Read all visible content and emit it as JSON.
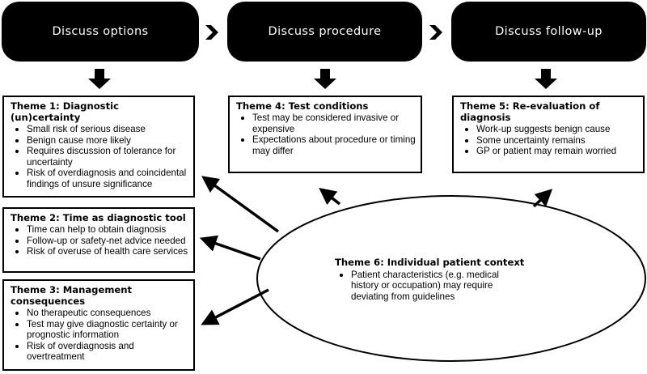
{
  "steps": [
    {
      "label": "Discuss options"
    },
    {
      "label": "Discuss procedure"
    },
    {
      "label": "Discuss follow-up"
    }
  ],
  "themes": {
    "t1": {
      "title": "Theme 1: Diagnostic (un)certainty",
      "items": [
        "Small risk of serious disease",
        "Benign cause more likely",
        "Requires discussion of tolerance for uncertainty",
        "Risk of overdiagnosis and coincidental findings of unsure significance"
      ]
    },
    "t2": {
      "title": "Theme 2: Time as diagnostic tool",
      "items": [
        "Time can help to obtain diagnosis",
        "Follow-up or safety-net advice needed",
        "Risk of overuse of health care services"
      ]
    },
    "t3": {
      "title": "Theme 3: Management consequences",
      "items": [
        "No therapeutic consequences",
        "Test may give diagnostic certainty or prognostic information",
        "Risk of overdiagnosis and overtreatment"
      ]
    },
    "t4": {
      "title": "Theme 4: Test conditions",
      "items": [
        "Test may be considered invasive or expensive",
        "Expectations about procedure or timing may differ"
      ]
    },
    "t5": {
      "title": "Theme 5: Re-evaluation of diagnosis",
      "items": [
        "Work-up suggests benign cause",
        "Some uncertainty remains",
        "GP or patient may remain worried"
      ]
    },
    "t6": {
      "title": "Theme 6: Individual patient context",
      "items": [
        "Patient characteristics (e.g. medical history or occupation) may require deviating from guidelines"
      ]
    }
  }
}
